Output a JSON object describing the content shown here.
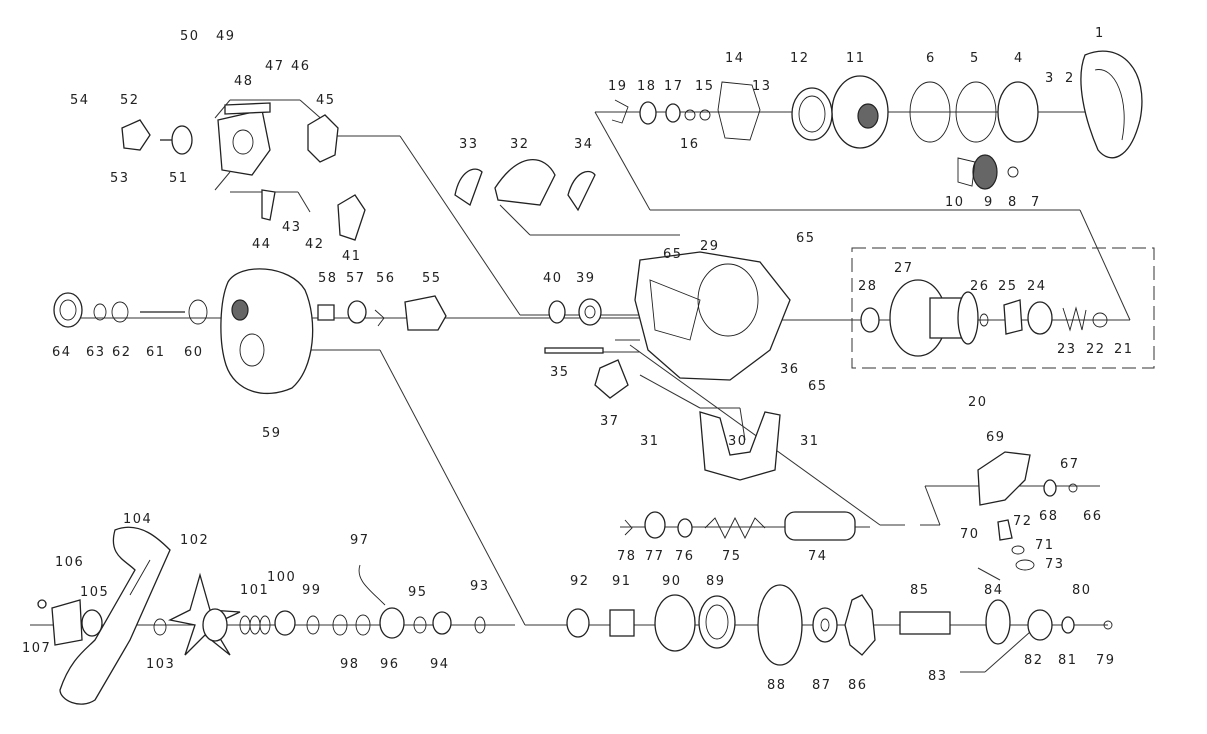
{
  "diagram": {
    "labels": [
      "1",
      "2",
      "3",
      "4",
      "5",
      "6",
      "7",
      "8",
      "9",
      "10",
      "11",
      "12",
      "13",
      "14",
      "15",
      "16",
      "17",
      "18",
      "19",
      "20",
      "21",
      "22",
      "23",
      "24",
      "25",
      "26",
      "27",
      "28",
      "29",
      "30",
      "31",
      "31",
      "32",
      "33",
      "34",
      "35",
      "36",
      "37",
      "39",
      "40",
      "41",
      "42",
      "43",
      "44",
      "45",
      "46",
      "47",
      "48",
      "49",
      "50",
      "51",
      "52",
      "53",
      "54",
      "55",
      "56",
      "57",
      "58",
      "59",
      "60",
      "61",
      "62",
      "63",
      "64",
      "65",
      "65",
      "65",
      "66",
      "67",
      "68",
      "69",
      "70",
      "71",
      "72",
      "73",
      "74",
      "75",
      "76",
      "77",
      "78",
      "79",
      "80",
      "81",
      "82",
      "83",
      "84",
      "85",
      "86",
      "87",
      "88",
      "89",
      "90",
      "91",
      "92",
      "93",
      "94",
      "95",
      "96",
      "97",
      "98",
      "99",
      "100",
      "101",
      "102",
      "103",
      "104",
      "105",
      "106",
      "107"
    ]
  }
}
